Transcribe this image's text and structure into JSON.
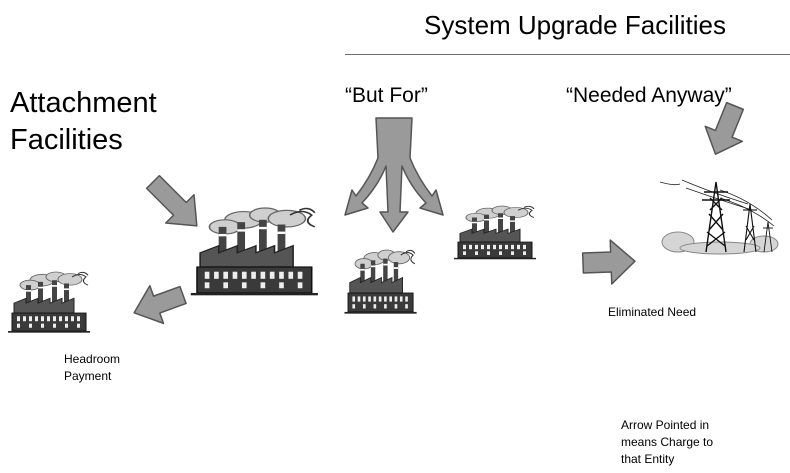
{
  "header": {
    "title": "System Upgrade Facilities"
  },
  "labels": {
    "attachment_line1": "Attachment",
    "attachment_line2": "Facilities",
    "but_for": "“But For”",
    "needed_anyway": "“Needed Anyway”",
    "eliminated_need": "Eliminated Need",
    "headroom_line1": "Headroom",
    "headroom_line2": "Payment",
    "note_line1": "Arrow Pointed in",
    "note_line2": "means Charge to",
    "note_line3": "that Entity"
  },
  "icons": {
    "factory": "factory-icon",
    "transmission": "transmission-tower-icon",
    "arrow": "arrow-icon"
  },
  "colors": {
    "arrow_fill": "#9a9a9a",
    "arrow_stroke": "#555555",
    "text": "#000000"
  }
}
